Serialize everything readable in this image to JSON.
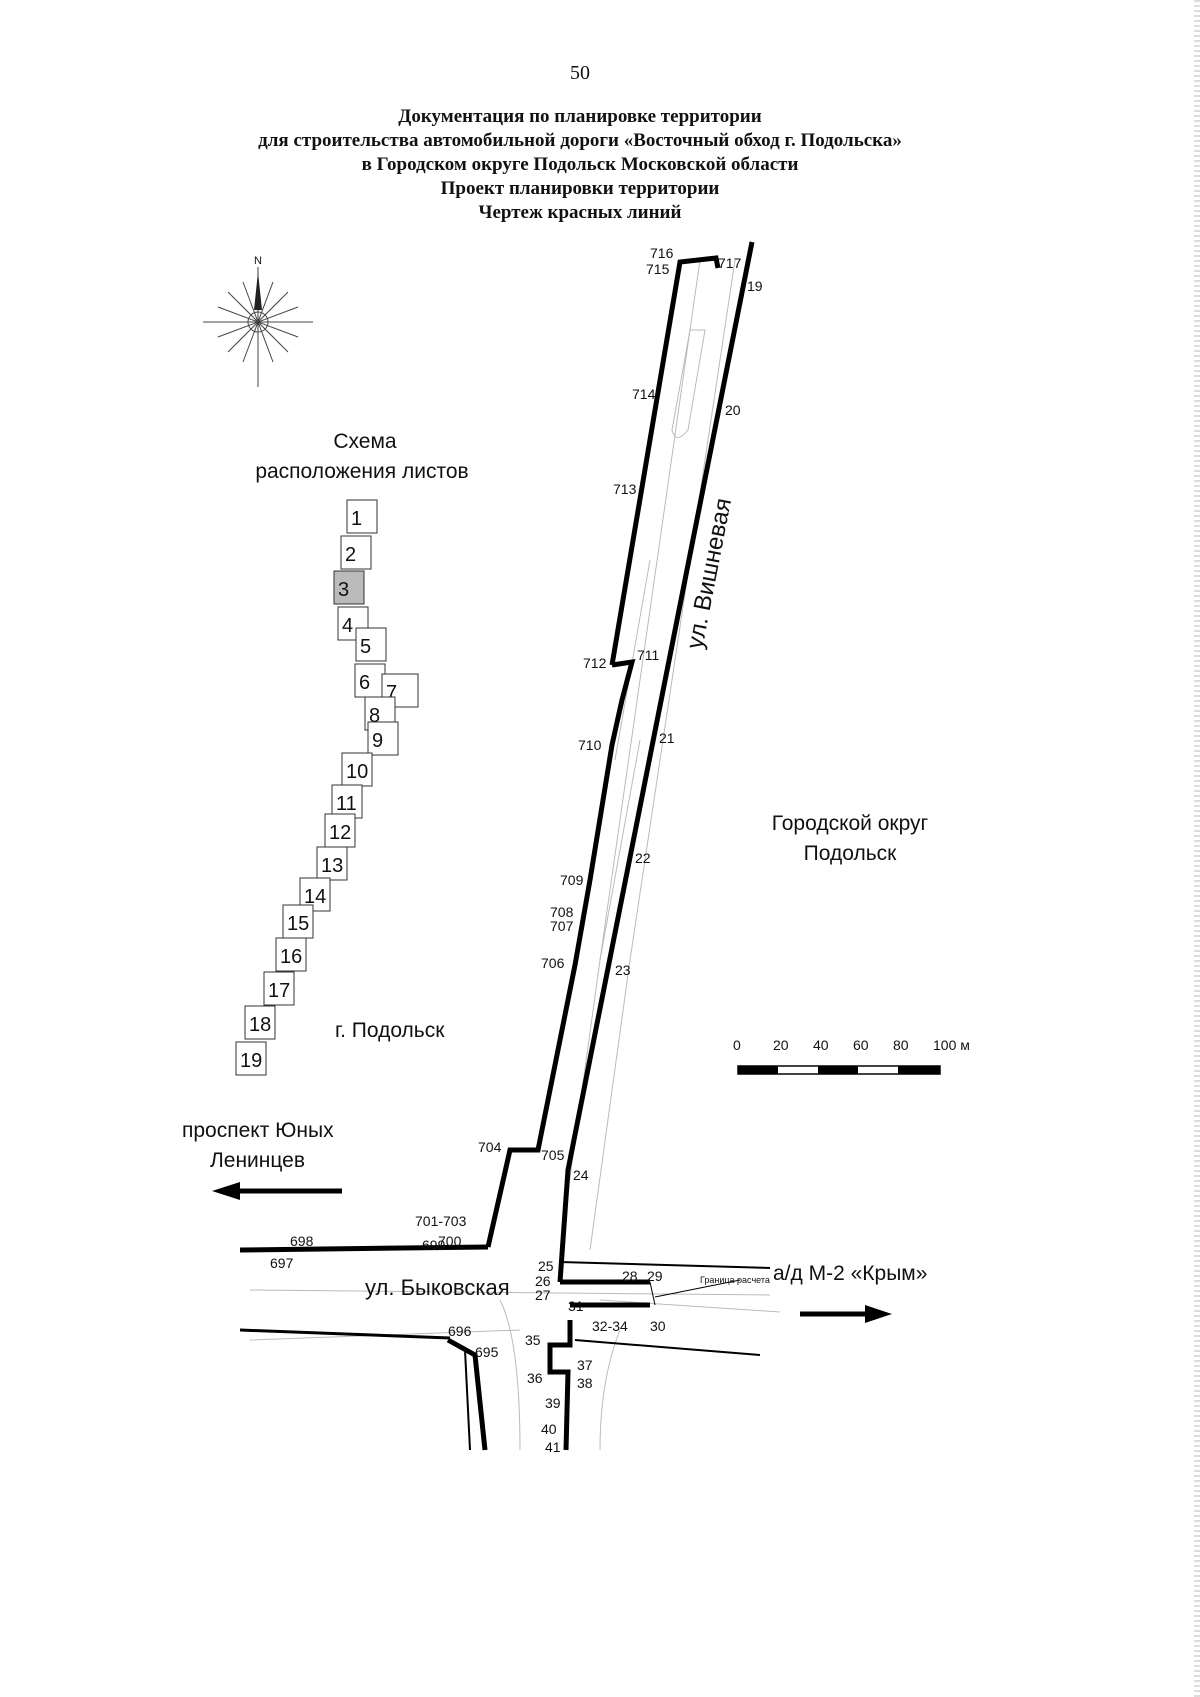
{
  "page_number": "50",
  "header": [
    "Документация по планировке территории",
    "для строительства автомобильной дороги «Восточный обход г. Подольска»",
    "в Городском округе Подольск Московской области",
    "Проект планировки территории",
    "Чертеж красных линий"
  ],
  "compass": {
    "north": "N"
  },
  "sheet_scheme": {
    "title1": "Схема",
    "title2": "расположения листов",
    "sheets": [
      "1",
      "2",
      "3",
      "4",
      "5",
      "6",
      "7",
      "8",
      "9",
      "10",
      "11",
      "12",
      "13",
      "14",
      "15",
      "16",
      "17",
      "18",
      "19"
    ],
    "current_sheet": "3"
  },
  "map_labels": {
    "street_vishnevaya": "ул. Вишневая",
    "district": "Городской округ",
    "district2": "Подольск",
    "city": "г. Подольск",
    "prospect1": "проспект Юных",
    "prospect2": "Ленинцев",
    "street_bykovskaya": "ул. Быковская",
    "highway": "а/д М-2 «Крым»",
    "calc_boundary": "Граница расчета"
  },
  "points": [
    "716",
    "717",
    "715",
    "19",
    "714",
    "20",
    "713",
    "712",
    "711",
    "710",
    "21",
    "22",
    "709",
    "708",
    "707",
    "706",
    "23",
    "704",
    "705",
    "24",
    "701-703",
    "698",
    "699",
    "700",
    "697",
    "25",
    "26",
    "27",
    "28",
    "29",
    "31",
    "30",
    "32-34",
    "35",
    "36",
    "37",
    "38",
    "39",
    "40",
    "41",
    "696",
    "695"
  ],
  "scale_bar": {
    "ticks": [
      "0",
      "20",
      "40",
      "60",
      "80",
      "100 м"
    ]
  }
}
